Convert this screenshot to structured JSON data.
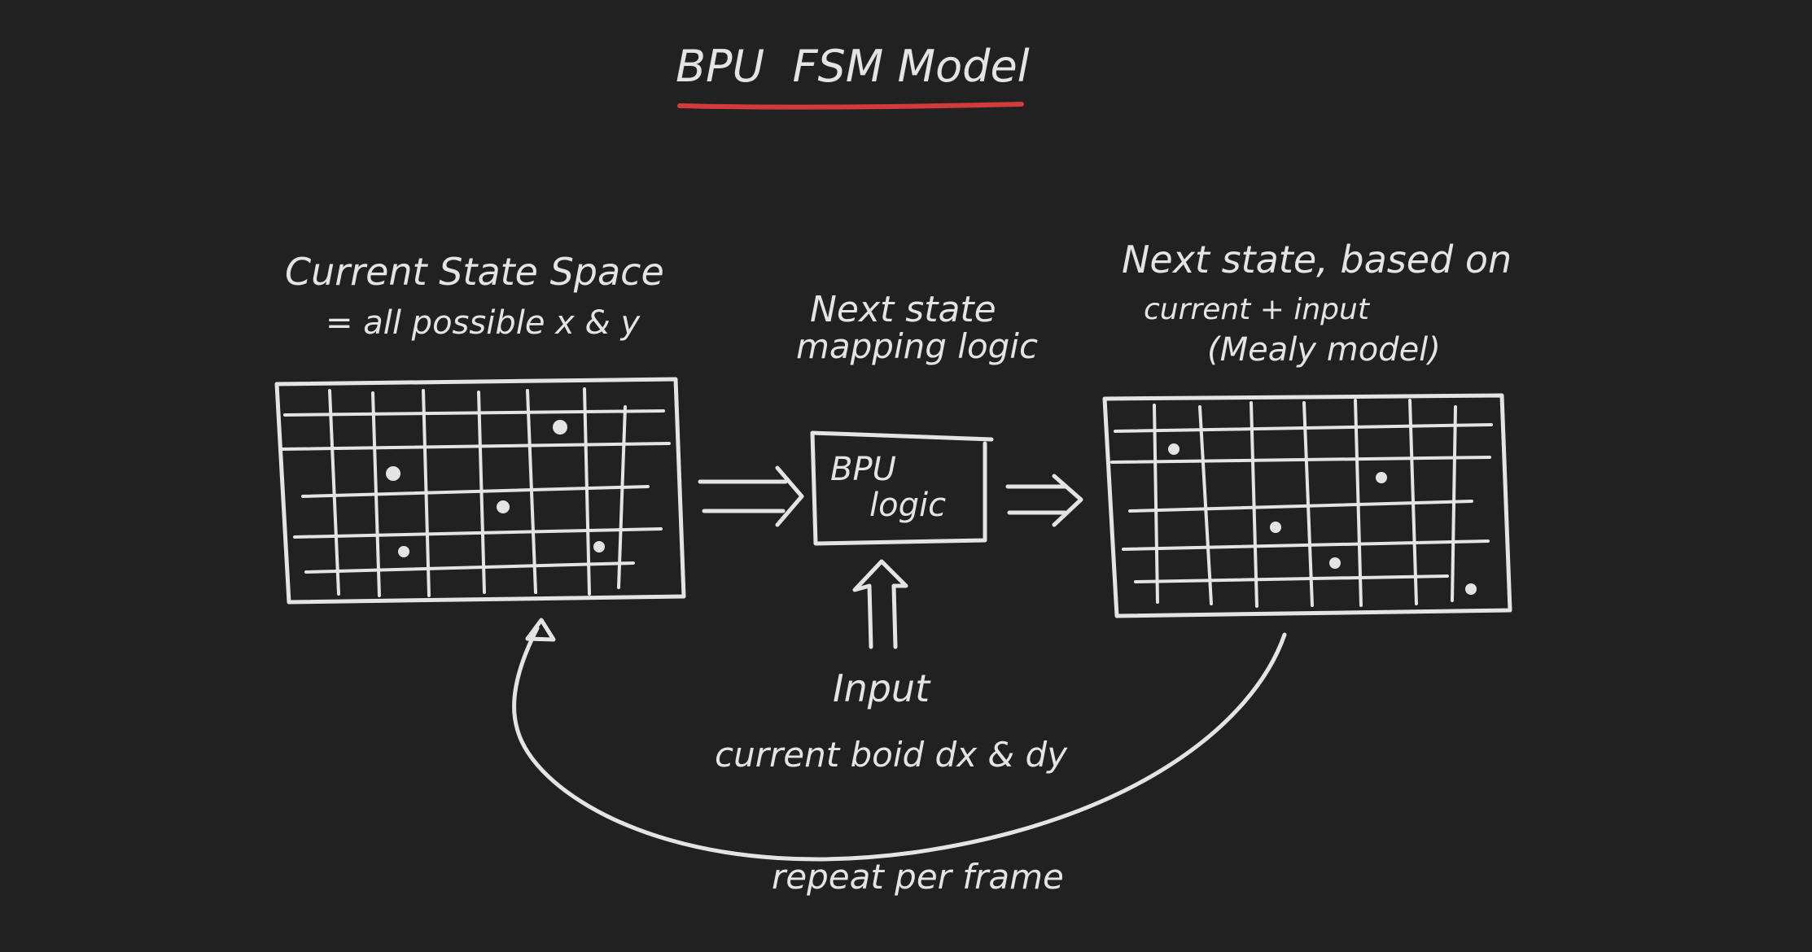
{
  "title": "BPU  FSM Model",
  "colors": {
    "background": "#212121",
    "ink": "#e4e4e4",
    "title_underline": "#d33a3a"
  },
  "current_state": {
    "heading": "Current State Space",
    "subheading": "= all possible x & y"
  },
  "mapping_logic": {
    "heading_line1": "Next state",
    "heading_line2": "mapping logic",
    "box_line1": "BPU",
    "box_line2": "logic"
  },
  "next_state": {
    "heading": "Next state, based on",
    "line2": "current + input",
    "line3": "(Mealy model)"
  },
  "input": {
    "label": "Input",
    "description": "current boid dx & dy"
  },
  "feedback": {
    "label": "repeat per frame"
  }
}
